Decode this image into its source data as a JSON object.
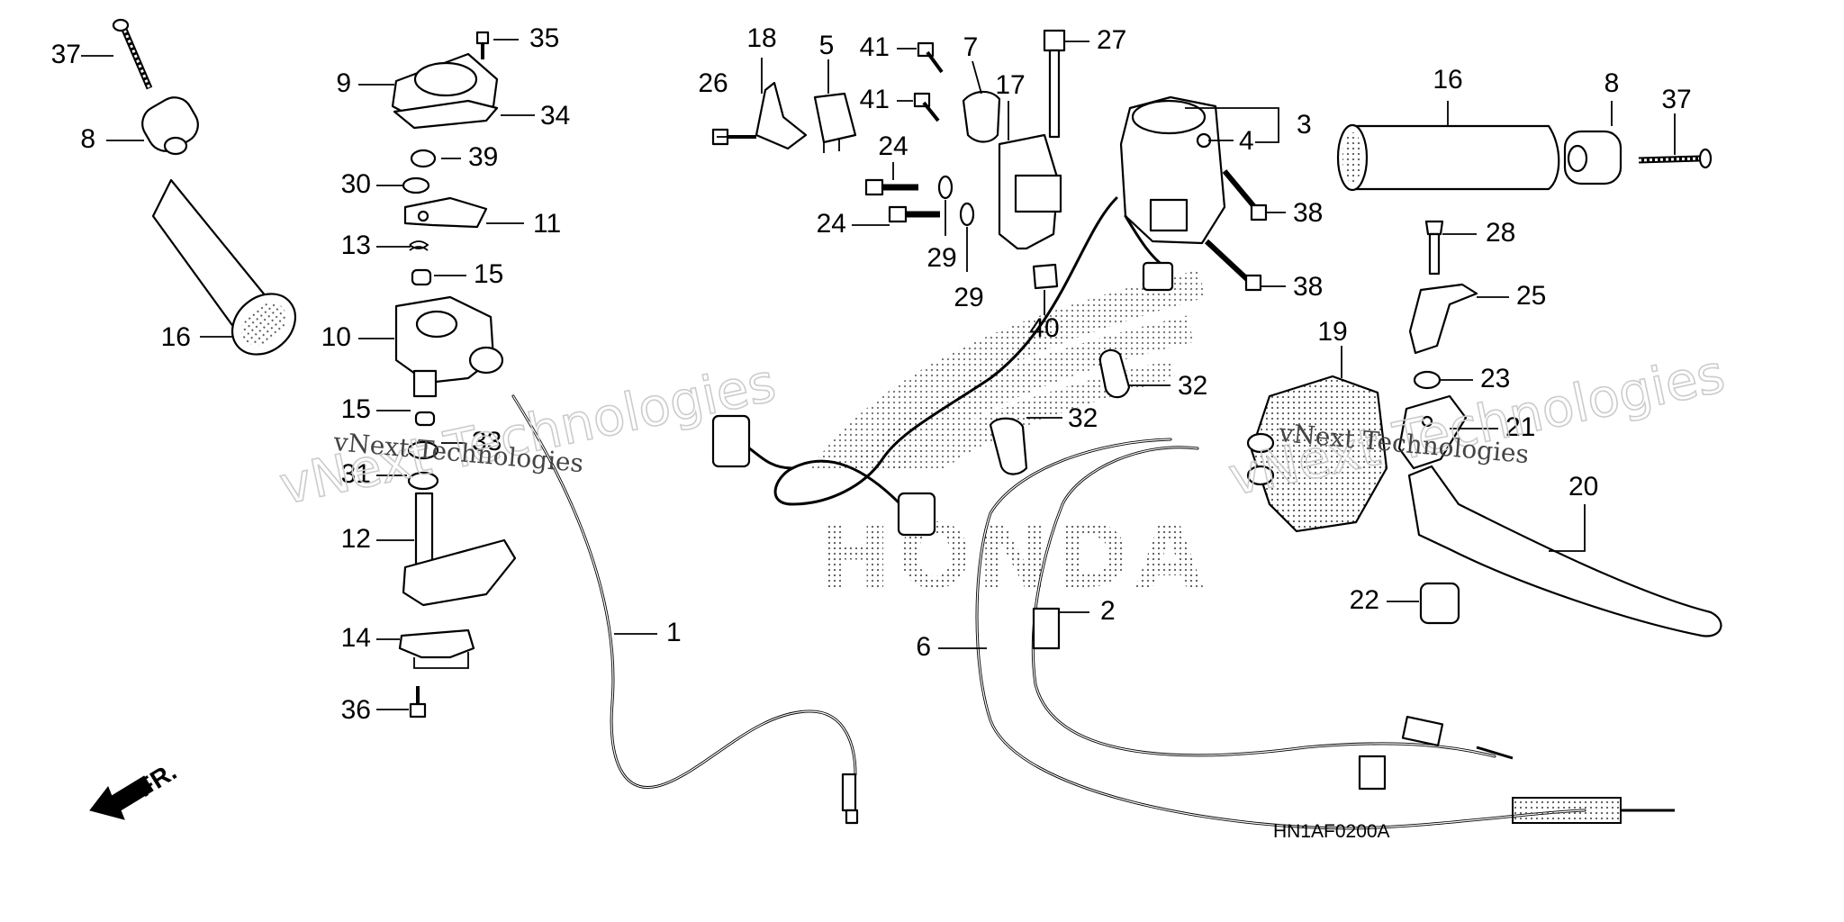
{
  "diagram": {
    "code": "HN1AF0200A",
    "front_marker": "FR.",
    "logo_text": "HONDA",
    "watermark": "vNext Technologies",
    "callouts": [
      {
        "id": "c37a",
        "label": "37"
      },
      {
        "id": "c8a",
        "label": "8"
      },
      {
        "id": "c16a",
        "label": "16"
      },
      {
        "id": "c9",
        "label": "9"
      },
      {
        "id": "c35",
        "label": "35"
      },
      {
        "id": "c34",
        "label": "34"
      },
      {
        "id": "c39",
        "label": "39"
      },
      {
        "id": "c30",
        "label": "30"
      },
      {
        "id": "c11",
        "label": "11"
      },
      {
        "id": "c13",
        "label": "13"
      },
      {
        "id": "c15a",
        "label": "15"
      },
      {
        "id": "c10",
        "label": "10"
      },
      {
        "id": "c15b",
        "label": "15"
      },
      {
        "id": "c33",
        "label": "33"
      },
      {
        "id": "c31",
        "label": "31"
      },
      {
        "id": "c12",
        "label": "12"
      },
      {
        "id": "c14",
        "label": "14"
      },
      {
        "id": "c36",
        "label": "36"
      },
      {
        "id": "c1",
        "label": "1"
      },
      {
        "id": "c18",
        "label": "18"
      },
      {
        "id": "c26",
        "label": "26"
      },
      {
        "id": "c5",
        "label": "5"
      },
      {
        "id": "c41a",
        "label": "41"
      },
      {
        "id": "c41b",
        "label": "41"
      },
      {
        "id": "c7",
        "label": "7"
      },
      {
        "id": "c17",
        "label": "17"
      },
      {
        "id": "c27",
        "label": "27"
      },
      {
        "id": "c24a",
        "label": "24"
      },
      {
        "id": "c24b",
        "label": "24"
      },
      {
        "id": "c29a",
        "label": "29"
      },
      {
        "id": "c29b",
        "label": "29"
      },
      {
        "id": "c40",
        "label": "40"
      },
      {
        "id": "c3",
        "label": "3"
      },
      {
        "id": "c4",
        "label": "4"
      },
      {
        "id": "c38a",
        "label": "38"
      },
      {
        "id": "c38b",
        "label": "38"
      },
      {
        "id": "c32a",
        "label": "32"
      },
      {
        "id": "c32b",
        "label": "32"
      },
      {
        "id": "c16b",
        "label": "16"
      },
      {
        "id": "c8b",
        "label": "8"
      },
      {
        "id": "c37b",
        "label": "37"
      },
      {
        "id": "c28",
        "label": "28"
      },
      {
        "id": "c25",
        "label": "25"
      },
      {
        "id": "c19",
        "label": "19"
      },
      {
        "id": "c23",
        "label": "23"
      },
      {
        "id": "c21",
        "label": "21"
      },
      {
        "id": "c20",
        "label": "20"
      },
      {
        "id": "c22",
        "label": "22"
      },
      {
        "id": "c2",
        "label": "2"
      },
      {
        "id": "c6",
        "label": "6"
      }
    ]
  }
}
